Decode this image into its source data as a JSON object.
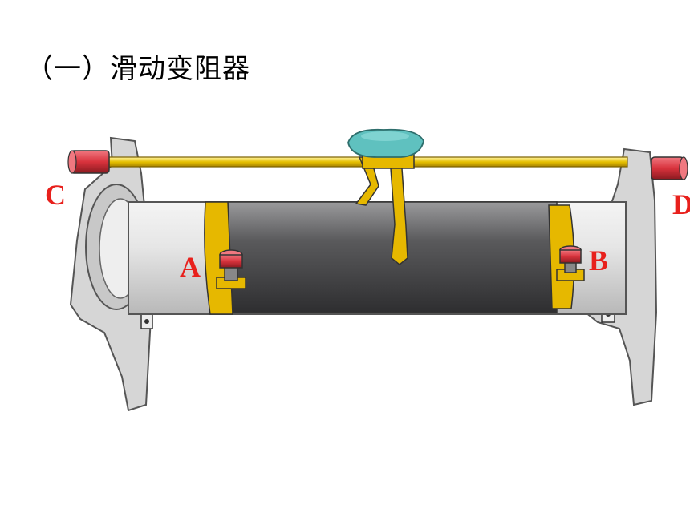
{
  "title": "（一）滑动变阻器",
  "labels": {
    "c": "C",
    "d": "D",
    "a": "A",
    "b": "B"
  },
  "colors": {
    "wire": "#5a5a5c",
    "brass": "#e6b800",
    "terminal": "#d8323c",
    "slider": "#5fc1bf",
    "frame": "#d6d6d6"
  }
}
